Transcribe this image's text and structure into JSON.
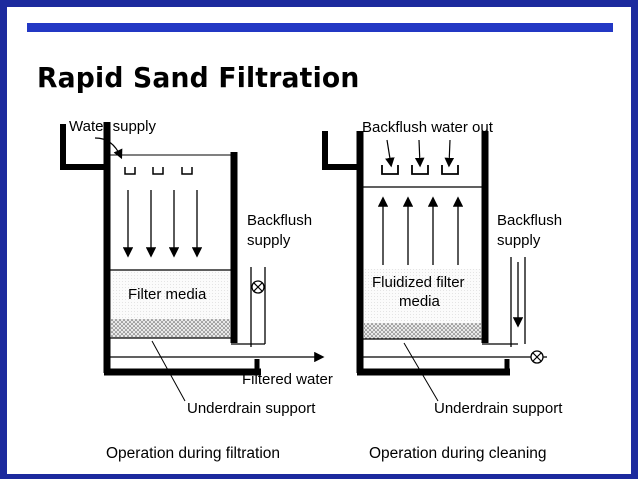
{
  "slide": {
    "title": "Rapid Sand Filtration",
    "accent_color": "#2338c4",
    "frame_color": "#1c2a9e"
  },
  "left_diagram": {
    "water_supply": "Water supply",
    "backflush_supply_line1": "Backflush",
    "backflush_supply_line2": "supply",
    "filter_media": "Filter media",
    "filtered_water": "Filtered water",
    "underdrain": "Underdrain support",
    "caption": "Operation during filtration"
  },
  "right_diagram": {
    "backflush_out": "Backflush water out",
    "backflush_supply_line1": "Backflush",
    "backflush_supply_line2": "supply",
    "fluidized_line1": "Fluidized filter",
    "fluidized_line2": "media",
    "underdrain": "Underdrain support",
    "caption": "Operation during cleaning"
  }
}
